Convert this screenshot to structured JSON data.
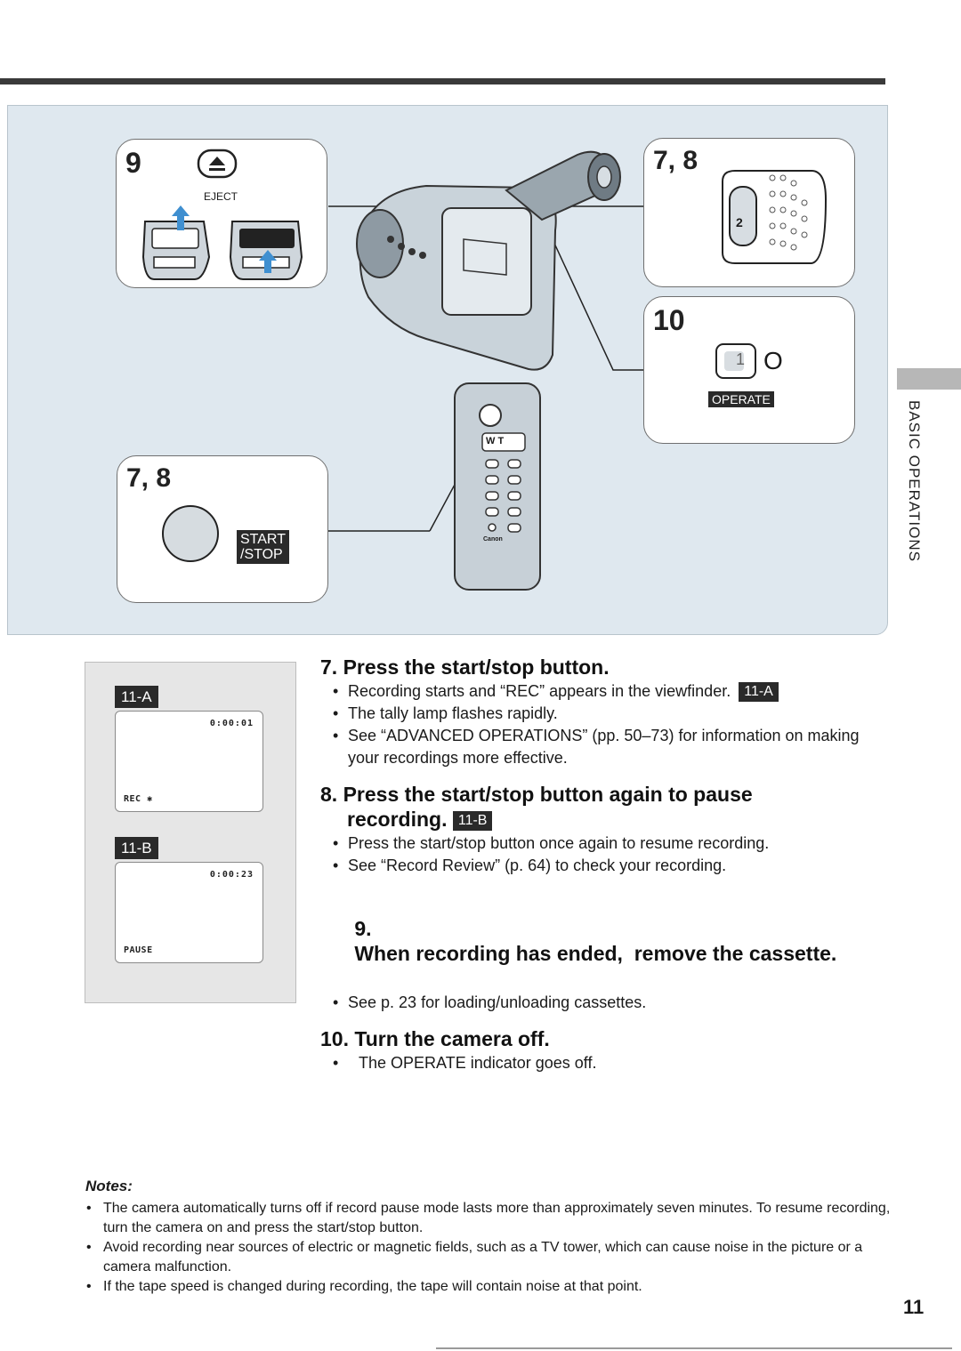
{
  "section_label": "BASIC OPERATIONS",
  "page_number": "11",
  "illustration": {
    "panel_9": {
      "number": "9",
      "eject_label": "EJECT"
    },
    "panel_78_top": {
      "number": "7, 8",
      "button_mark": "2"
    },
    "panel_10": {
      "number": "10",
      "switch_mark": "1",
      "off_mark": "O",
      "operate_label": "OPERATE"
    },
    "panel_78_bottom": {
      "number": "7, 8",
      "start_stop_line1": "START",
      "start_stop_line2": "/STOP"
    },
    "remote": {
      "zoom_label": "W T",
      "brand": "Canon"
    }
  },
  "viewfinder": {
    "a": {
      "badge": "11-A",
      "timecode": "0:00:01",
      "status": "REC ✱"
    },
    "b": {
      "badge": "11-B",
      "timecode": "0:00:23",
      "status": "PAUSE"
    }
  },
  "steps": [
    {
      "number": "7.",
      "heading": "Press the start/stop button.",
      "bullets": [
        "Recording starts and “REC” appears in the viewfinder.",
        "The tally lamp flashes rapidly.",
        "See “ADVANCED OPERATIONS” (pp. 50–73) for information on making your recordings more effective."
      ],
      "bullet_badge": "11-A"
    },
    {
      "number": "8.",
      "heading_line1": "Press the start/stop button again to pause",
      "heading_line2": "recording.",
      "heading_badge": "11-B",
      "bullets": [
        "Press the start/stop button once again to resume recording.",
        "See “Record Review” (p. 64) to check your recording."
      ]
    },
    {
      "number": "9.",
      "heading": "When recording has ended,  remove the cassette.",
      "bullets": [
        "See p. 23 for loading/unloading cassettes."
      ]
    },
    {
      "number": "10.",
      "heading": "Turn the camera off.",
      "bullets": [
        "The OPERATE indicator goes off."
      ]
    }
  ],
  "notes": {
    "title": "Notes:",
    "items": [
      "The camera automatically turns off if record pause mode lasts more than approximately seven minutes. To resume recording, turn the camera on and press the start/stop button.",
      "Avoid recording near sources of electric or magnetic fields, such as a TV tower, which can cause noise in the picture or a camera malfunction.",
      "If the tape speed is changed during recording, the tape will contain noise at that point."
    ]
  }
}
